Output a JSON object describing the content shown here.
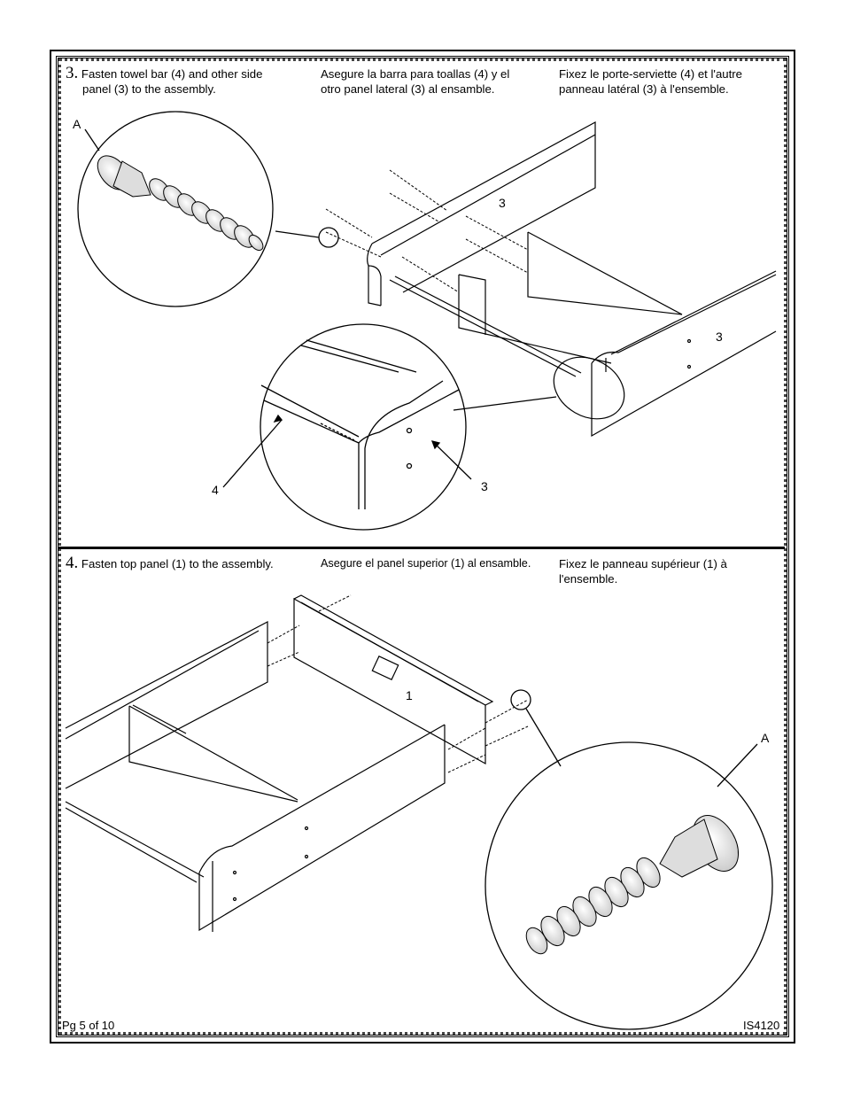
{
  "steps": [
    {
      "number": "3.",
      "en_line1": "Fasten towel bar (4) and other side",
      "en_line2": "panel (3) to the assembly.",
      "es_line1": "Asegure la barra para toallas (4) y el",
      "es_line2": "otro panel lateral (3) al ensamble.",
      "fr_line1": "Fixez le porte-serviette (4) et l'autre",
      "fr_line2": "panneau latéral (3) à l'ensemble.",
      "callouts": {
        "detail_a": "A",
        "part_3_top": "3",
        "part_3_right": "3",
        "part_4_zoom": "4",
        "part_3_zoom": "3"
      }
    },
    {
      "number": "4.",
      "en_line1": "Fasten top panel (1) to the assembly.",
      "es_line1": "Asegure el panel superior (1) al ensamble.",
      "fr_line1": "Fixez le panneau supérieur (1) à",
      "fr_line2": "l'ensemble.",
      "callouts": {
        "part_1": "1",
        "detail_a": "A"
      }
    }
  ],
  "footer": {
    "page": "Pg 5 of 10",
    "doc_id": "IS4120"
  }
}
